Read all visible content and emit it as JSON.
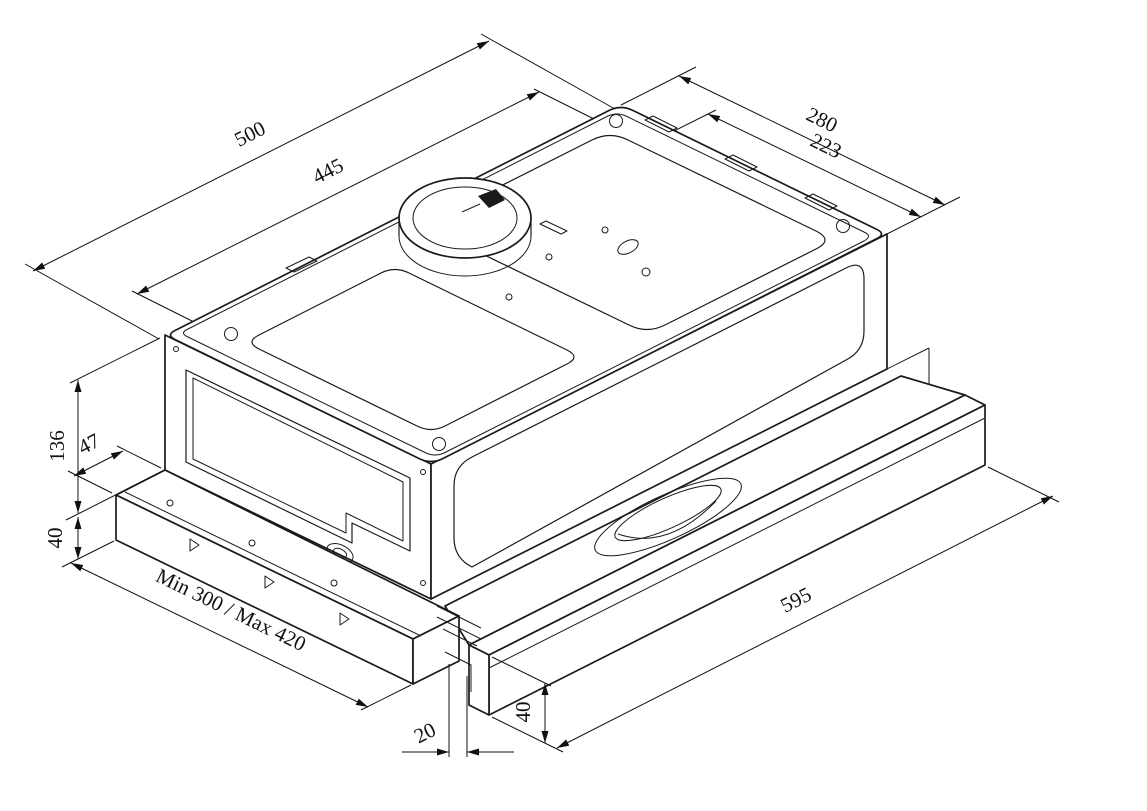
{
  "drawing": {
    "dimensions": {
      "top_width_outer": "500",
      "top_width_inner": "445",
      "top_depth_outer": "280",
      "top_depth_inner": "223",
      "body_height": "136",
      "side_offset": "47",
      "chassis_height": "40",
      "telescopic_depth": "Min 300 / Max 420",
      "front_gap": "20",
      "panel_width": "595",
      "panel_height": "40"
    },
    "colors": {
      "line": "#1a1a1a",
      "background": "#ffffff"
    }
  }
}
